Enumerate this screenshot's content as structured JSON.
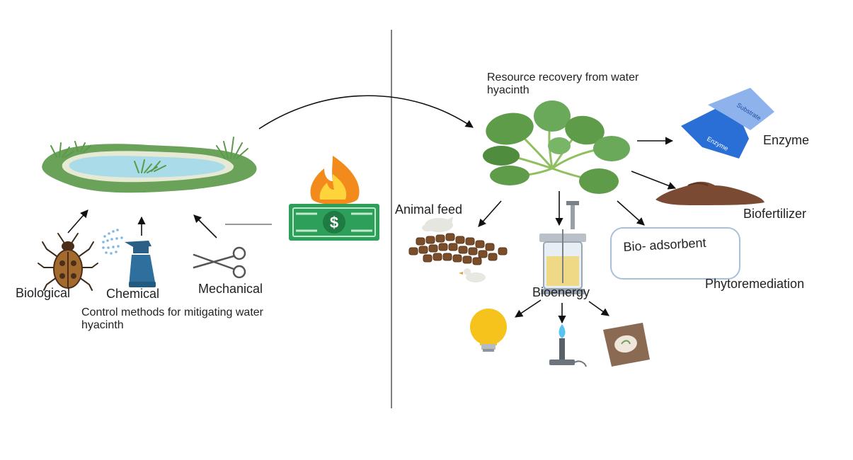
{
  "left": {
    "methods": {
      "biological": "Biological",
      "chemical": "Chemical",
      "mechanical": "Mechanical"
    },
    "caption": "Control methods for mitigating water hyacinth"
  },
  "right": {
    "title": "Resource recovery from water hyacinth",
    "products": {
      "enzyme": "Enzyme",
      "substrate_label": "Substrate",
      "enzyme_label": "Enzyme",
      "biofertilizer": "Biofertilizer",
      "animal_feed": "Animal feed",
      "bioenergy": "Bioenergy",
      "bio_adsorbent": "Bio- adsorbent",
      "phytoremediation": "Phytoremediation"
    }
  },
  "colors": {
    "pond_water": "#a9dbe8",
    "pond_grass": "#6aa25a",
    "leaf": "#5e9c4a",
    "money": "#2e9e5b",
    "flame": "#f28a1c",
    "soil": "#7a4a32",
    "pellet": "#7a4e2a",
    "enzyme_blue": "#2a6fd6",
    "substrate_blue": "#8db2ec",
    "bulb": "#f6c21c",
    "box_border": "#a9c0dc"
  },
  "icons": [
    "pond-icon",
    "beetle-icon",
    "spray-bottle-icon",
    "scissors-icon",
    "burning-money-icon",
    "plant-icon",
    "enzyme-icon",
    "soil-icon",
    "feed-pellets-icon",
    "bioreactor-icon",
    "light-bulb-icon",
    "burner-icon",
    "fertilizer-bag-icon"
  ]
}
